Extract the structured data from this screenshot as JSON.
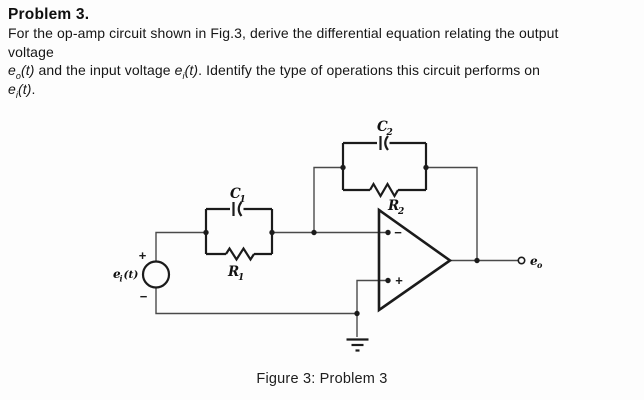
{
  "problem": {
    "title": "Problem 3.",
    "line1": "For the op-amp circuit shown in Fig.3, derive the differential equation relating the output",
    "line2": "voltage",
    "math_eo": {
      "base": "e",
      "sub": "o",
      "rest": "(t)"
    },
    "math_ei": {
      "base": "e",
      "sub": "i",
      "rest": "(t)"
    },
    "line3_mid": " and the input voltage ",
    "line3_end": ". Identify the type of operations this circuit performs on",
    "line4_end": "."
  },
  "circuit": {
    "source": {
      "label_base": "e",
      "label_sub": "i",
      "label_rest": "(t)",
      "plus": "+",
      "minus": "−"
    },
    "components": {
      "c1": {
        "base": "C",
        "sub": "1"
      },
      "r1": {
        "base": "R",
        "sub": "1"
      },
      "c2": {
        "base": "C",
        "sub": "2"
      },
      "r2": {
        "base": "R",
        "sub": "2"
      }
    },
    "opamp": {
      "inverting": "−",
      "noninverting": "+"
    },
    "output": {
      "base": "e",
      "sub": "o"
    },
    "colors": {
      "wire": "#4a4a4a",
      "component": "#1b1b1b",
      "background": "#fdfdfd"
    }
  },
  "caption": "Figure 3: Problem 3"
}
